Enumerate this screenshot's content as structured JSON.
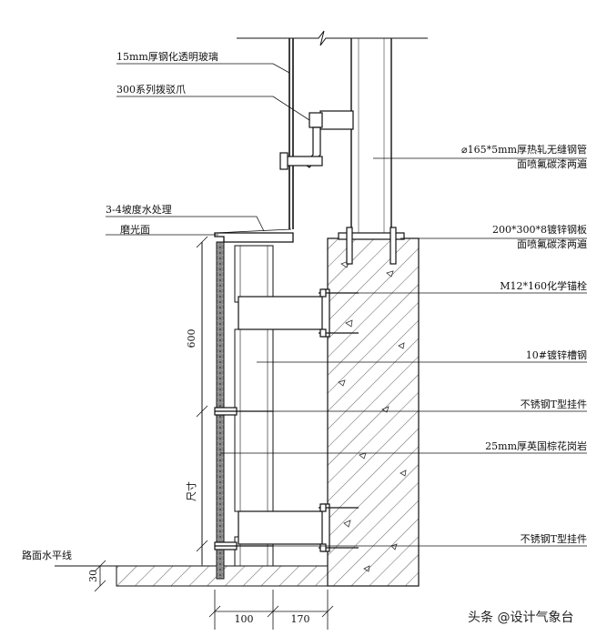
{
  "callouts": {
    "glass": "15mm厚钢化透明玻璃",
    "spider": "300系列拨驳爪",
    "drip": "3-4坡度水处理",
    "polished": "磨光面",
    "pipe_line1": "⌀165*5mm厚热轧无缝钢管",
    "pipe_line2": "面喷氟碳漆两遍",
    "plate_line1": "200*300*8镀锌钢板",
    "plate_line2": "面喷氟碳漆两遍",
    "anchor": "M12*160化学锚栓",
    "channel": "10#镀锌槽钢",
    "hanger_top": "不锈钢T型挂件",
    "granite": "25mm厚英国棕花岗岩",
    "hanger_bottom": "不锈钢T型挂件",
    "ground": "路面水平线"
  },
  "dimensions": {
    "spacing": "600",
    "size_note": "尺寸",
    "ground_height": "30",
    "width_left": "100",
    "width_right": "170"
  },
  "watermark": "头条 @设计气象台"
}
